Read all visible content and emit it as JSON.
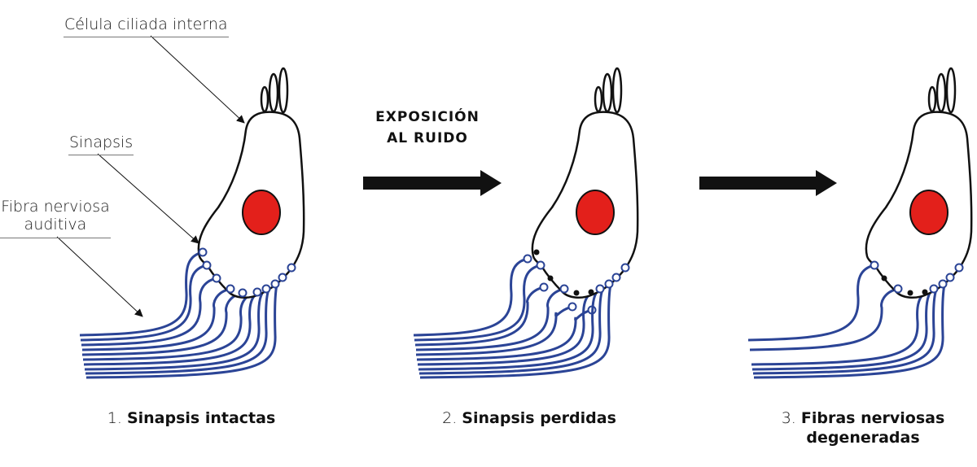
{
  "labels": {
    "hair_cell": "Célula ciliada interna",
    "synapse": "Sinapsis",
    "fiber_line1": "Fibra nerviosa",
    "fiber_line2": "auditiva"
  },
  "arrow": {
    "line1": "EXPOSICIÓN",
    "line2": "AL RUIDO"
  },
  "steps": [
    {
      "number": "1.",
      "title_line1": "Sinapsis intactas",
      "title_line2": ""
    },
    {
      "number": "2.",
      "title_line1": "Sinapsis perdidas",
      "title_line2": ""
    },
    {
      "number": "3.",
      "title_line1": "Fibras nerviosas",
      "title_line2": "degeneradas"
    }
  ],
  "colors": {
    "nucleus": "#e3201b",
    "fiber": "#2b4496",
    "outline": "#111111",
    "arrow": "#111111"
  }
}
